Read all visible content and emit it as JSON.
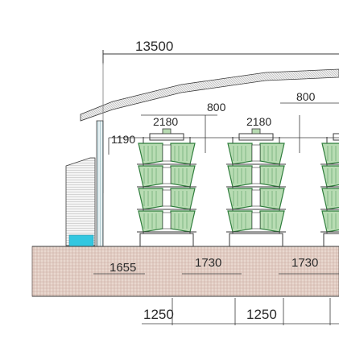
{
  "drawing": {
    "overall_width_label": "13500",
    "dimensions": {
      "d800_left": "800",
      "d800_right": "800",
      "d2180_left": "2180",
      "d2180_right": "2180",
      "d1190": "1190",
      "d1655": "1655",
      "d1730_left": "1730",
      "d1730_right": "1730",
      "d1250_left": "1250",
      "d1250_right": "1250"
    },
    "colors": {
      "line": "#3b3b3b",
      "roof_hatch": "#8a8a8a",
      "ground": "#e9d8cf",
      "ground_hatch": "#c7a69a",
      "cage_green": "#2f7d3c",
      "cage_green_light": "#b8dcb3",
      "cage_frame": "#3a3a3a",
      "water": "#33c7e0",
      "wall_fill": "#f0f0f0",
      "pad_panel": "#8ab7c2"
    },
    "cage_columns": 3,
    "cage_tiers": 4
  }
}
